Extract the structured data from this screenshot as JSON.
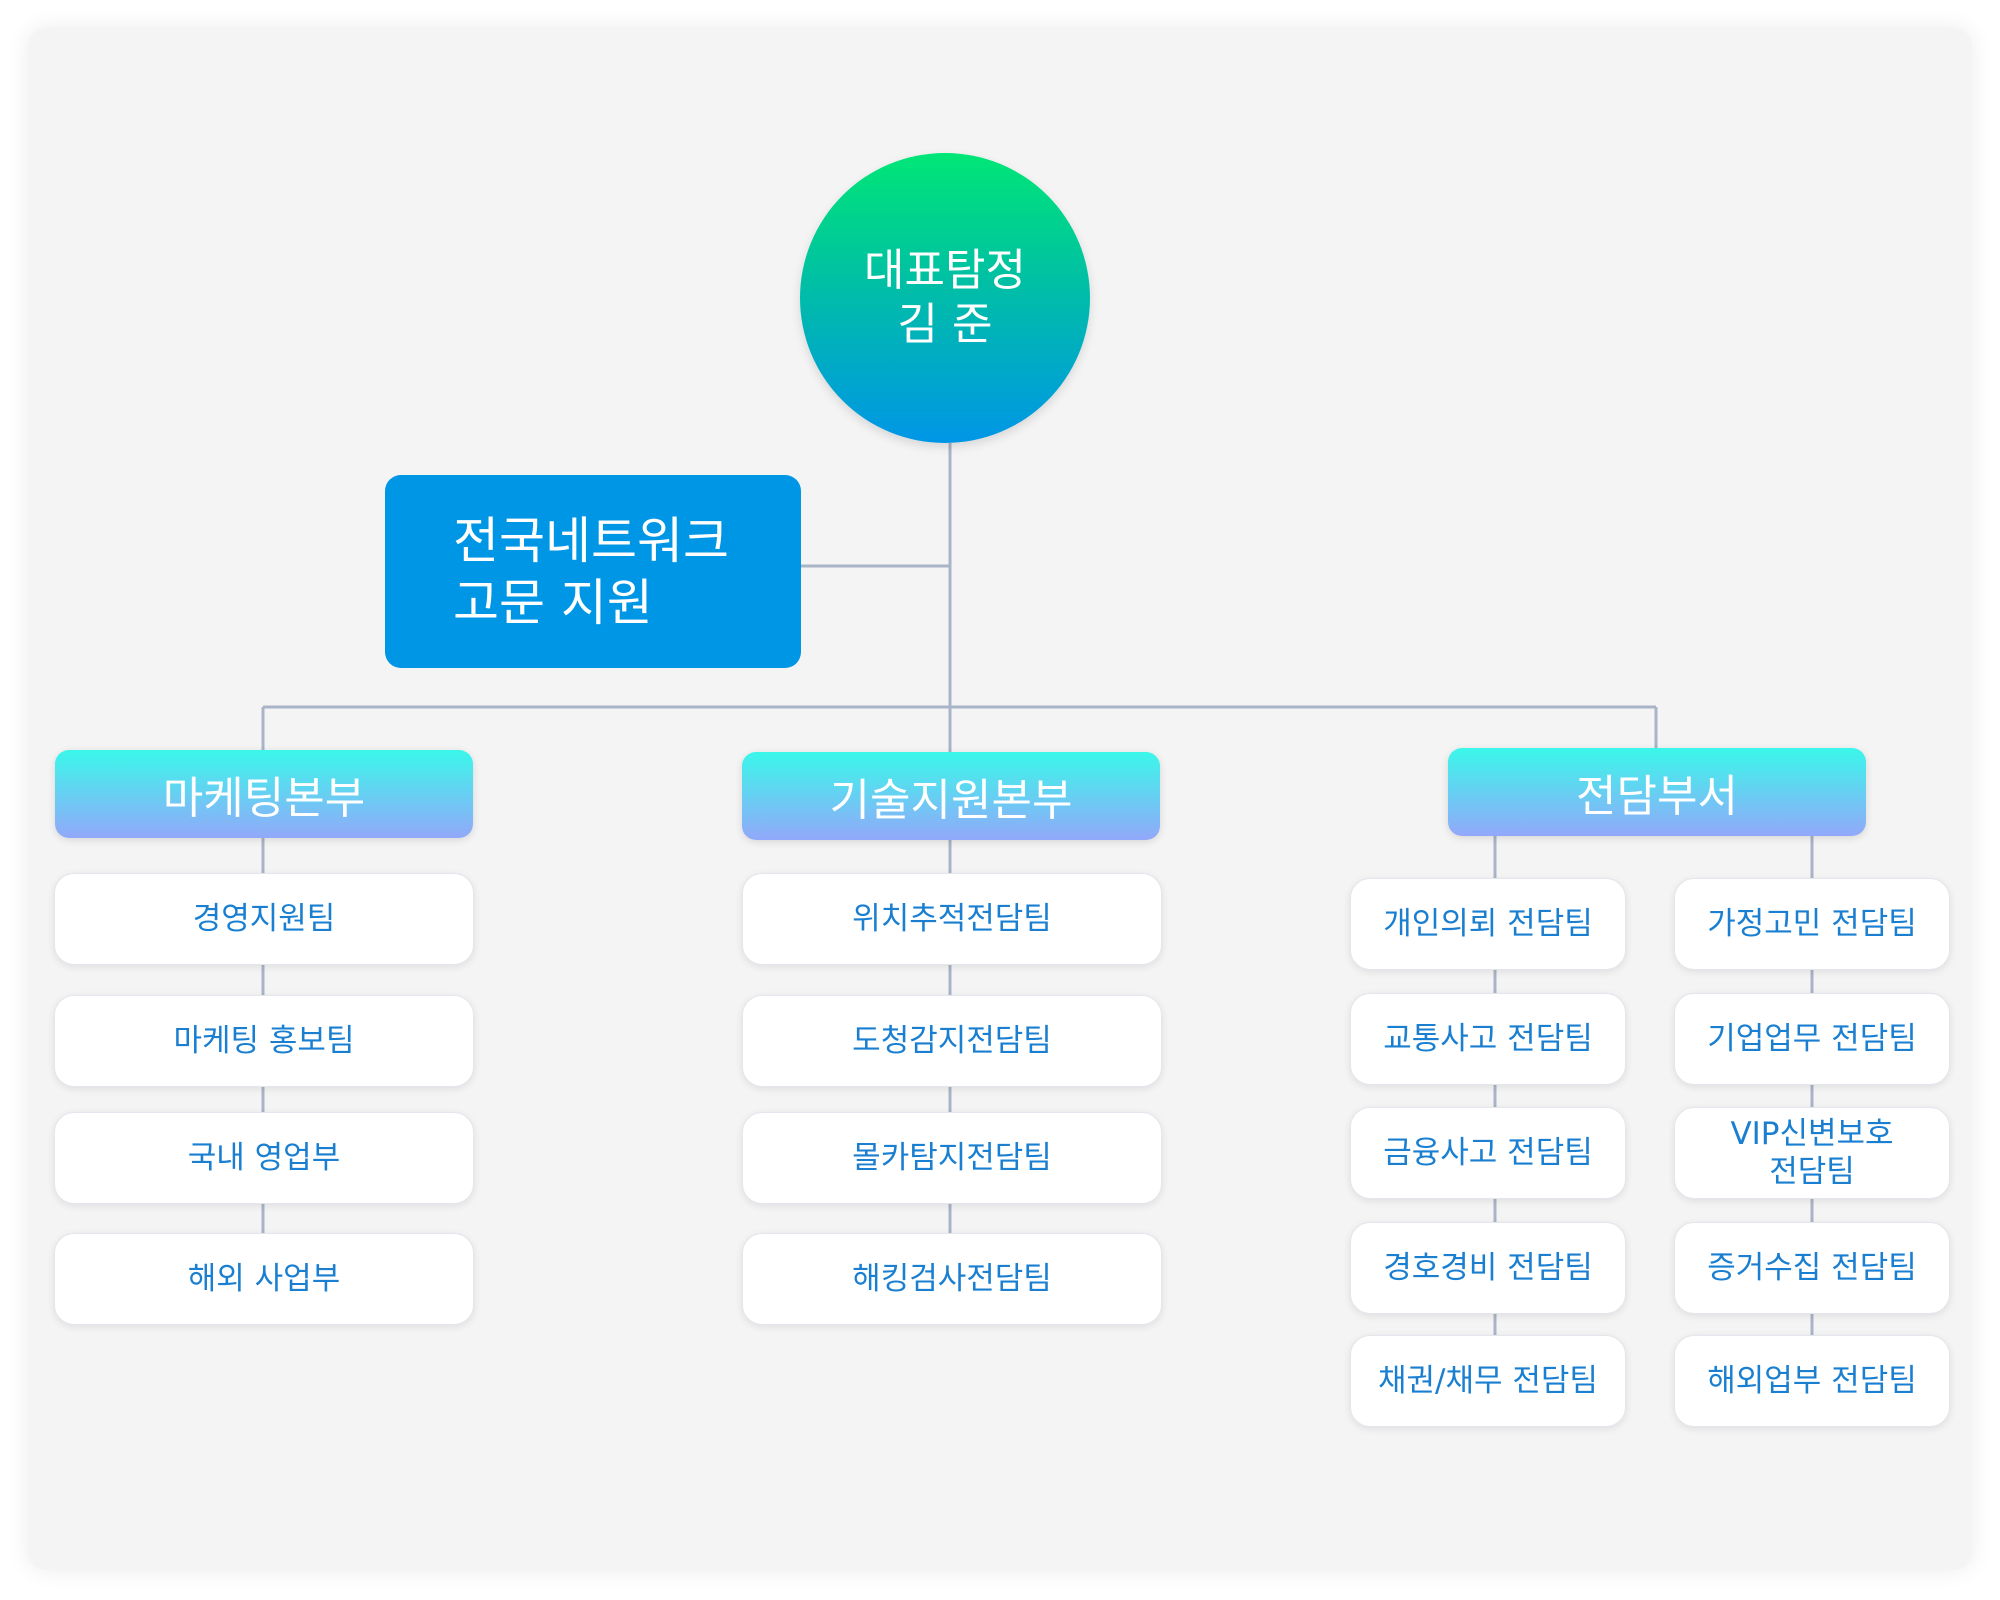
{
  "ceo": {
    "line1": "대표탐정",
    "line2": "김 준"
  },
  "advisor": {
    "line1": "전국네트워크",
    "line2": "고문 지원"
  },
  "divisions": [
    {
      "name": "마케팅본부",
      "teams": [
        "경영지원팀",
        "마케팅 홍보팀",
        "국내 영업부",
        "해외 사업부"
      ]
    },
    {
      "name": "기술지원본부",
      "teams": [
        "위치추적전담팀",
        "도청감지전담팀",
        "몰카탐지전담팀",
        "해킹검사전담팀"
      ]
    },
    {
      "name": "전담부서",
      "left_teams": [
        "개인의뢰 전담팀",
        "교통사고 전담팀",
        "금융사고 전담팀",
        "경호경비 전담팀",
        "채권/채무 전담팀"
      ],
      "right_teams": [
        [
          "가정고민 전담팀"
        ],
        [
          "기업업무 전담팀"
        ],
        [
          "VIP신변보호",
          "전담팀"
        ],
        [
          "증거수집 전담팀"
        ],
        [
          "해외업부 전담팀"
        ]
      ]
    }
  ],
  "colors": {
    "line": "#aab4c8",
    "team_text": "#1a7fd0",
    "advisor_bg": "#0096e6"
  }
}
